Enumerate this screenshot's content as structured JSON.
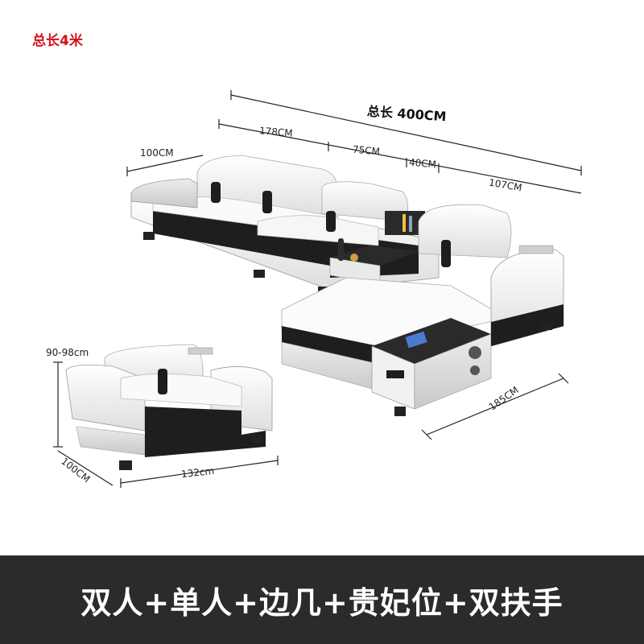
{
  "top_tag": "总长4米",
  "dimensions": {
    "total": "总长 400CM",
    "sofa_178": "178CM",
    "seg_75": "75CM",
    "seg_40": "40CM",
    "seg_107": "107CM",
    "depth_100_main": "100CM",
    "chaise_185": "185CM",
    "height_single": "90-98cm",
    "depth_single": "100CM",
    "width_single": "132cm"
  },
  "footer": {
    "caption": "双人+单人+边几+贵妃位+双扶手"
  },
  "colors": {
    "tag_red": "#d3121b",
    "footer_bg": "#2b2b2b",
    "leather_white": "#f4f4f4",
    "leather_black": "#1e1e1e"
  }
}
